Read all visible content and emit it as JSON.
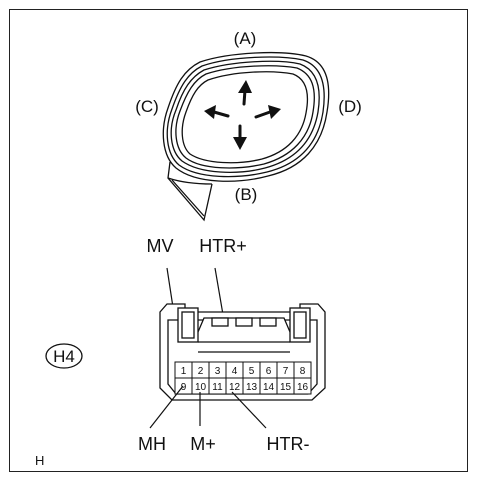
{
  "mirror": {
    "labels": {
      "a": "(A)",
      "b": "(B)",
      "c": "(C)",
      "d": "(D)"
    }
  },
  "wire_labels": {
    "mv": "MV",
    "htr_plus": "HTR+",
    "mh": "MH",
    "m_plus": "M+",
    "htr_minus": "HTR-"
  },
  "connector": {
    "code": "H4",
    "pins_top": [
      "1",
      "2",
      "3",
      "4",
      "5",
      "6",
      "7",
      "8"
    ],
    "pins_bottom": [
      "9",
      "10",
      "11",
      "12",
      "13",
      "14",
      "15",
      "16"
    ]
  },
  "corner_label": "H",
  "colors": {
    "line": "#111111",
    "background": "#ffffff"
  }
}
